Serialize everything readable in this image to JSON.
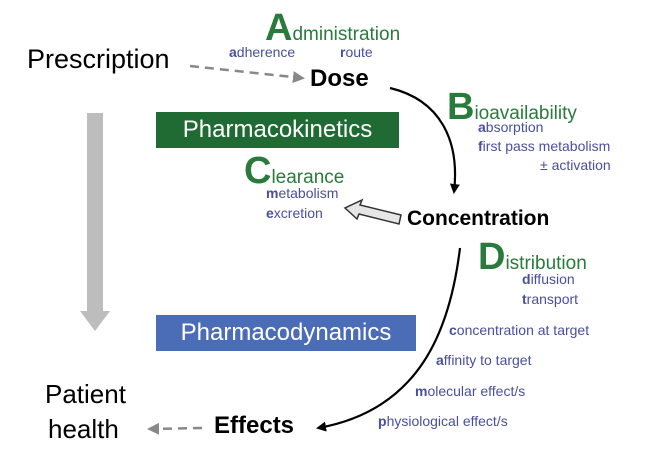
{
  "colors": {
    "green_text": "#2a7a3b",
    "blue_text": "#4a4f9c",
    "pk_box": "#1f6b33",
    "pd_box": "#4b6cb7",
    "arrow": "#000000",
    "dashed": "#888888",
    "gray_arrow": "#bdbdbd"
  },
  "nodes": {
    "prescription": "Prescription",
    "dose": "Dose",
    "concentration": "Concentration",
    "effects": "Effects",
    "patient_line1": "Patient",
    "patient_line2": "health"
  },
  "boxes": {
    "pharmacokinetics": "Pharmacokinetics",
    "pharmacodynamics": "Pharmacodynamics"
  },
  "administration": {
    "initial": "A",
    "rest": "dministration",
    "items": [
      {
        "initial": "a",
        "rest": "dherence"
      },
      {
        "initial": "r",
        "rest": "oute"
      }
    ]
  },
  "bioavailability": {
    "initial": "B",
    "rest": "ioavailability",
    "items": [
      {
        "initial": "a",
        "rest": "bsorption"
      },
      {
        "initial": "f",
        "rest": "irst pass metabolism"
      }
    ],
    "activation": "± activation"
  },
  "clearance": {
    "initial": "C",
    "rest": "learance",
    "items": [
      {
        "initial": "m",
        "rest": "etabolism"
      },
      {
        "initial": "e",
        "rest": "xcretion"
      }
    ]
  },
  "distribution": {
    "initial": "D",
    "rest": "istribution",
    "items": [
      {
        "initial": "d",
        "rest": "iffusion"
      },
      {
        "initial": "t",
        "rest": "ransport"
      }
    ]
  },
  "pd_items": [
    {
      "initial": "c",
      "rest": "oncentration at target"
    },
    {
      "initial": "a",
      "rest": "ffinity to target"
    },
    {
      "initial": "m",
      "rest": "olecular effect/s"
    },
    {
      "initial": "p",
      "rest": "hysiological effect/s"
    }
  ]
}
